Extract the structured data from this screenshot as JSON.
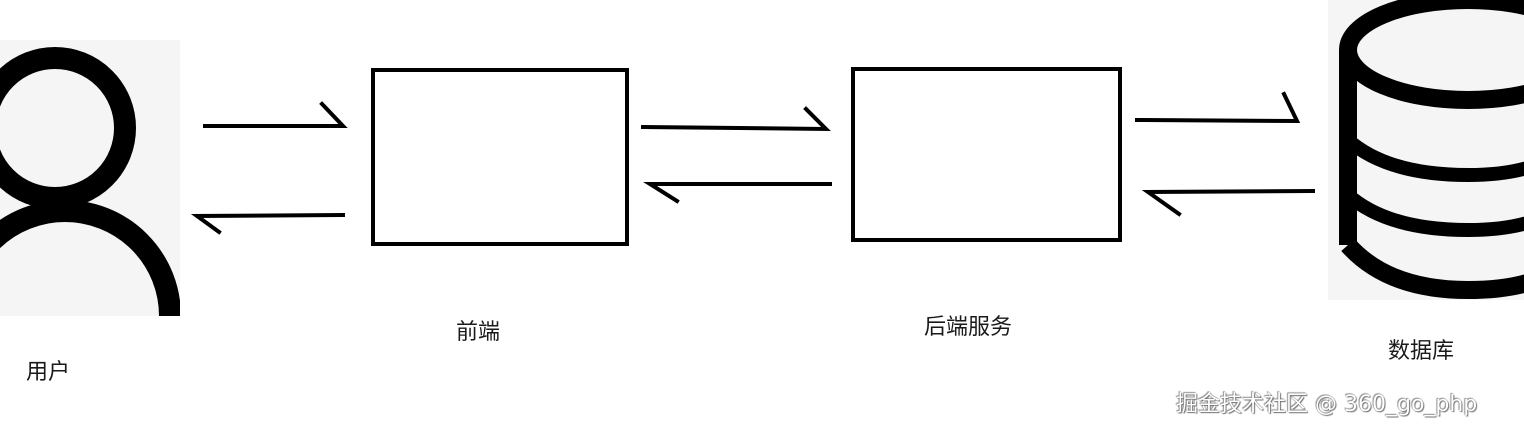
{
  "diagram": {
    "nodes": [
      {
        "id": "user",
        "label": "用户",
        "icon": "person-icon"
      },
      {
        "id": "frontend",
        "label": "前端",
        "icon": "rectangle"
      },
      {
        "id": "backend",
        "label": "后端服务",
        "icon": "rectangle"
      },
      {
        "id": "database",
        "label": "数据库",
        "icon": "database-icon"
      }
    ],
    "edges": [
      {
        "from": "user",
        "to": "frontend",
        "direction": "right"
      },
      {
        "from": "frontend",
        "to": "user",
        "direction": "left"
      },
      {
        "from": "frontend",
        "to": "backend",
        "direction": "right"
      },
      {
        "from": "backend",
        "to": "frontend",
        "direction": "left"
      },
      {
        "from": "backend",
        "to": "database",
        "direction": "right"
      },
      {
        "from": "database",
        "to": "backend",
        "direction": "left"
      }
    ]
  },
  "watermark": "掘金技术社区 @ 360_go_php"
}
